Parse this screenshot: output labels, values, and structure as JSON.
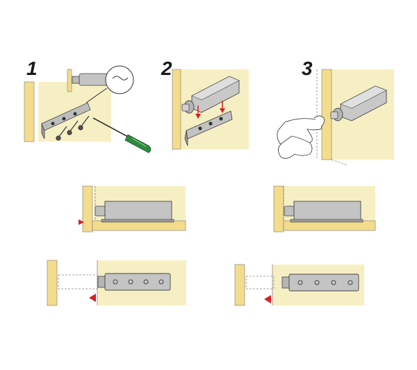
{
  "steps": [
    {
      "number": "1"
    },
    {
      "number": "2"
    },
    {
      "number": "3"
    }
  ],
  "colors": {
    "wood": "#f7efc4",
    "wood_edge": "#f0d98a",
    "metal": "#b3b3b3",
    "metal_dark": "#6e6e6e",
    "marker": "#d71f26",
    "handle": "#2e8b3d",
    "outline": "#333333"
  },
  "icons": [
    "screwdriver-icon",
    "screw-icon",
    "push-latch-icon",
    "mounting-bracket-icon",
    "hand-icon",
    "red-arrow-icon",
    "red-triangle-marker-icon"
  ]
}
